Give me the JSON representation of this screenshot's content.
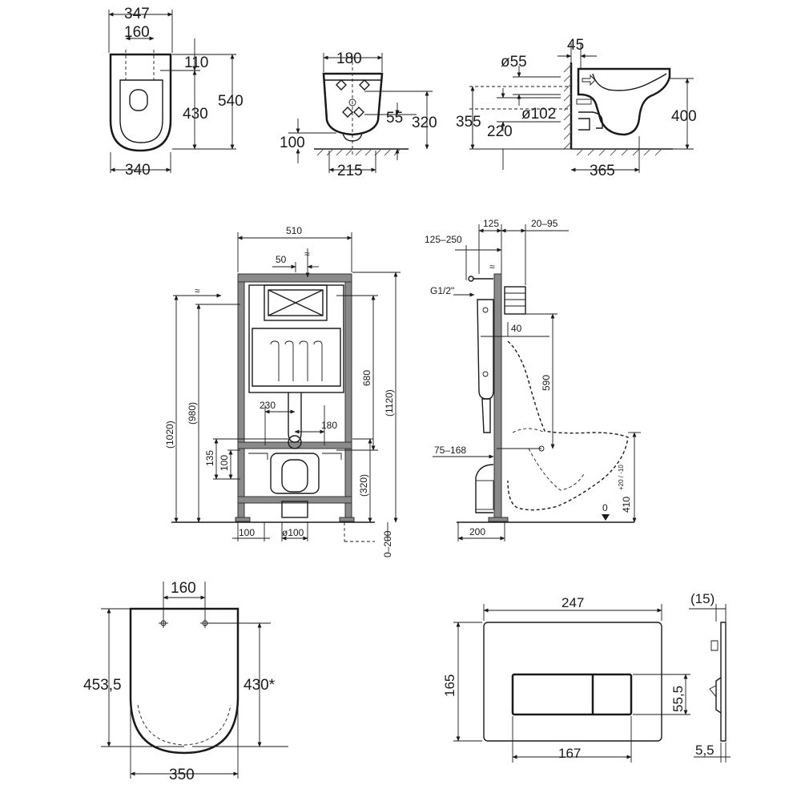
{
  "views": {
    "top_bowl": {
      "width_overall": "347",
      "hole_spacing": "160",
      "to_holes": "110",
      "seat_depth": "430",
      "length": "540",
      "width_bottom": "340"
    },
    "front_bowl": {
      "width_top": "180",
      "height_fix": "55",
      "height_total": "320",
      "from_floor": "100",
      "width_base": "215"
    },
    "side_bowl": {
      "inlet_dia": "ø55",
      "wall_offset": "45",
      "outlet_dia": "ø102",
      "height_355": "355",
      "height_220": "220",
      "height_400": "400",
      "depth": "365"
    },
    "frame_front": {
      "width": "510",
      "inlet_offset": "50",
      "h_680": "680",
      "h_1120": "(1120)",
      "h_1020": "(1020)",
      "h_980": "(980)",
      "w_230": "230",
      "w_180": "180",
      "h_135": "135",
      "h_100": "100",
      "h_320": "(320)",
      "w_100": "100",
      "dia_100": "ø100",
      "adjust": "0–200"
    },
    "frame_side": {
      "d_125": "125",
      "d_20_95": "20–95",
      "d_125_250": "125–250",
      "thread": "G1/2\"",
      "d_40": "40",
      "h_590": "590",
      "d_75_168": "75–168",
      "h_410": "410",
      "tol": "+20 / -10",
      "zero": "0",
      "d_200": "200"
    },
    "seat": {
      "hole_spacing": "160",
      "length": "453,5",
      "fix_length": "430*",
      "width": "350"
    },
    "plate_front": {
      "width": "247",
      "height": "165",
      "button_height": "55,5",
      "button_width": "167"
    },
    "plate_side": {
      "depth": "(15)",
      "thickness": "5,5"
    }
  }
}
